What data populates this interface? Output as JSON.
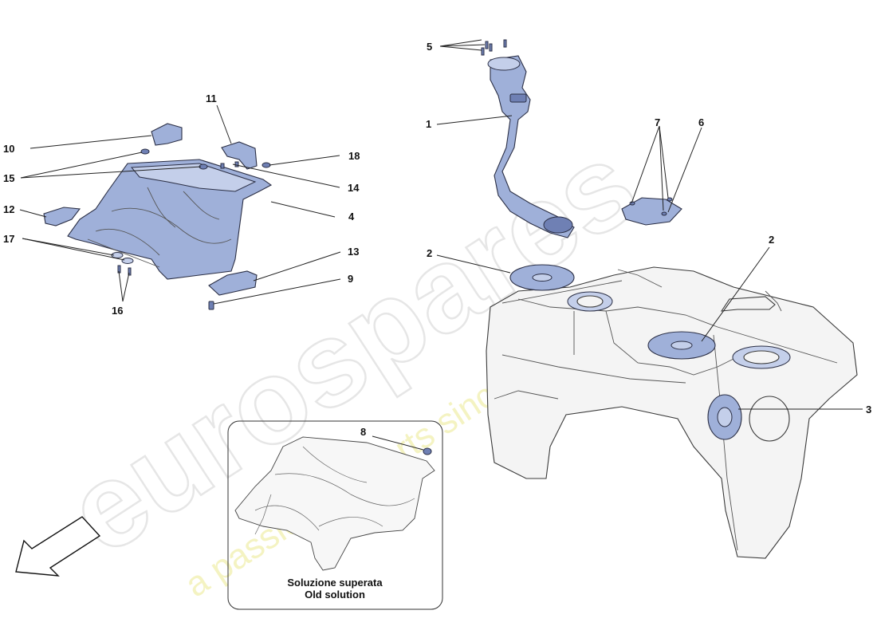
{
  "watermark": {
    "brand": "eurospares",
    "tagline": "a passion for parts since 1985"
  },
  "callouts": {
    "c1": "1",
    "c2a": "2",
    "c2b": "2",
    "c3": "3",
    "c4": "4",
    "c5": "5",
    "c6": "6",
    "c7": "7",
    "c8": "8",
    "c9": "9",
    "c10": "10",
    "c11": "11",
    "c12": "12",
    "c13": "13",
    "c14": "14",
    "c15": "15",
    "c16": "16",
    "c17": "17",
    "c18": "18"
  },
  "inset": {
    "caption_line1": "Soluzione superata",
    "caption_line2": "Old solution"
  },
  "colors": {
    "part_fill": "#9fb0d9",
    "tank_fill": "#f4f4f4",
    "watermark_yellow": "#f3f1b8"
  },
  "icons": {
    "direction_arrow": "direction-arrow-icon"
  }
}
